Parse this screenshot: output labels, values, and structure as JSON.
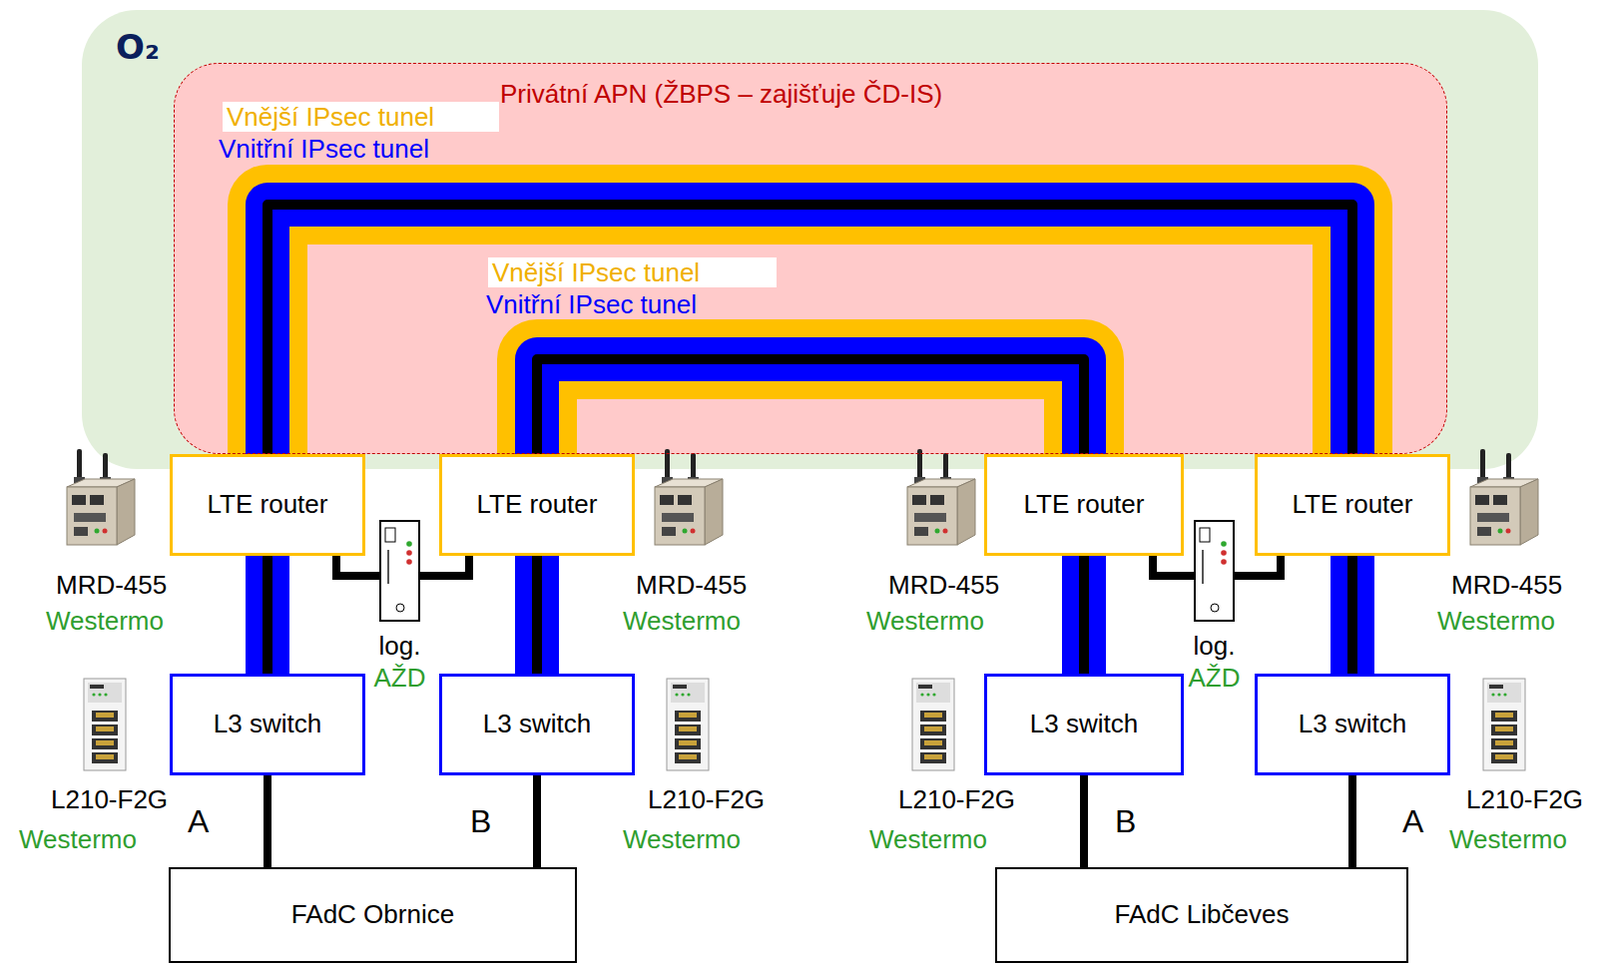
{
  "diagram": {
    "nodes": [
      {
        "text": [
          "O₂"
        ]
      },
      {
        "text": [
          "Privátní APN (ŽBPS – zajišťuje ČD-IS)"
        ],
        "in": 0
      },
      {
        "text": [
          "LTE router"
        ]
      },
      {
        "text": [
          "LTE router"
        ]
      },
      {
        "text": [
          "LTE router"
        ]
      },
      {
        "text": [
          "LTE router"
        ]
      },
      {
        "text": [
          "log.",
          "AŽD"
        ]
      },
      {
        "text": [
          "log.",
          "AŽD"
        ]
      },
      {
        "text": [
          "L3 switch"
        ]
      },
      {
        "text": [
          "L3 switch"
        ]
      },
      {
        "text": [
          "L3 switch"
        ]
      },
      {
        "text": [
          "L3 switch"
        ]
      },
      {
        "text": [
          "FAdC Obrnice"
        ]
      },
      {
        "text": [
          "FAdC Libčeves"
        ]
      }
    ],
    "edges": [
      {
        "from": 2,
        "to": 5,
        "arrow": "none"
      },
      {
        "from": 8,
        "to": 11,
        "arrow": "none"
      },
      {
        "from": 3,
        "to": 4,
        "arrow": "none"
      },
      {
        "from": 9,
        "to": 10,
        "arrow": "none"
      },
      {
        "from": 2,
        "to": 6,
        "arrow": "none"
      },
      {
        "from": 3,
        "to": 6,
        "arrow": "none"
      },
      {
        "from": 4,
        "to": 7,
        "arrow": "none"
      },
      {
        "from": 5,
        "to": 7,
        "arrow": "none"
      },
      {
        "from": 8,
        "to": 12,
        "label": "A",
        "arrow": "none"
      },
      {
        "from": 9,
        "to": 12,
        "label": "B",
        "arrow": "none"
      },
      {
        "from": 10,
        "to": 13,
        "label": "B",
        "arrow": "none"
      },
      {
        "from": 11,
        "to": 13,
        "label": "A",
        "arrow": "none"
      }
    ],
    "labels": [
      "Vnější IPsec tunel",
      "Vnitřní IPsec tunel",
      "Vnější IPsec tunel",
      "Vnitřní IPsec tunel",
      "MRD-455",
      "Westermo",
      "MRD-455",
      "Westermo",
      "MRD-455",
      "Westermo",
      "MRD-455",
      "Westermo",
      "L210-F2G",
      "Westermo",
      "L210-F2G",
      "Westermo",
      "L210-F2G",
      "Westermo",
      "L210-F2G",
      "Westermo"
    ]
  }
}
